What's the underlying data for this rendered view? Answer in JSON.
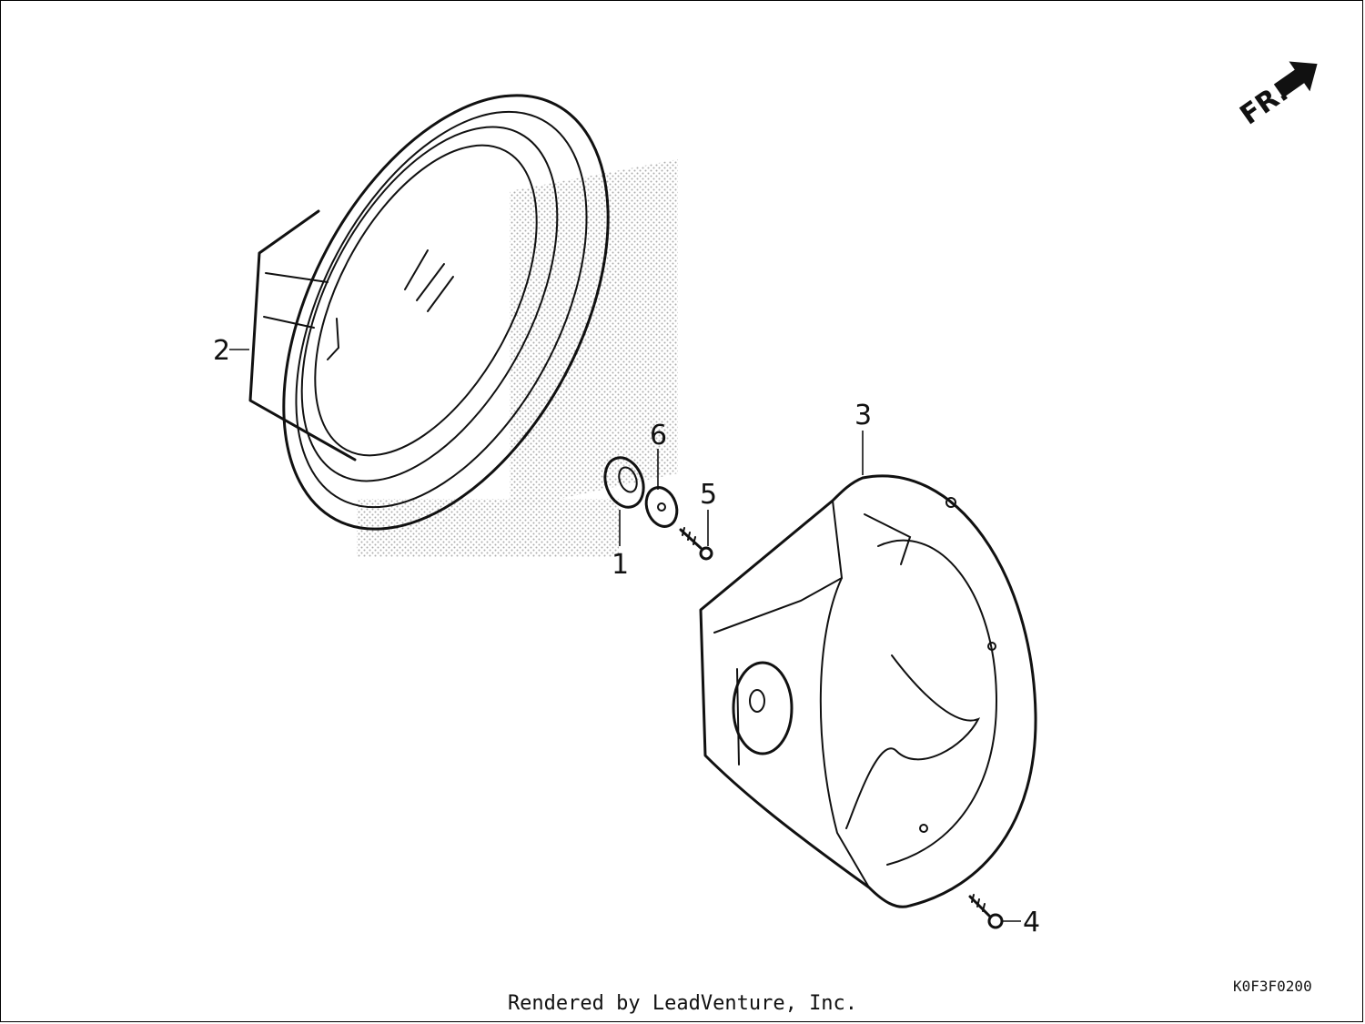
{
  "diagram": {
    "direction_label": "FR.",
    "callouts": {
      "c1": "1",
      "c2": "2",
      "c3": "3",
      "c4": "4",
      "c5": "5",
      "c6": "6"
    },
    "diagram_code": "K0F3F0200",
    "footer": "Rendered by LeadVenture, Inc."
  },
  "colors": {
    "line": "#111111",
    "watermark": "#9a9a9a",
    "background": "#ffffff"
  }
}
